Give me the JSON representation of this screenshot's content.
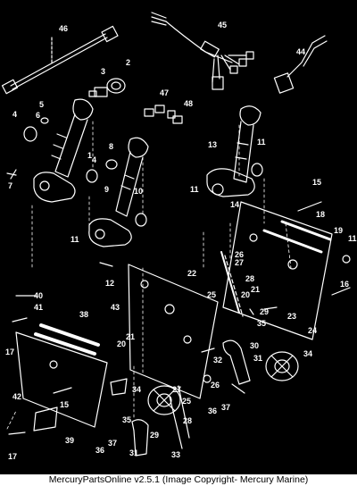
{
  "footer": {
    "caption": "MercuryPartsOnline v2.5.1 (Image Copyright- Mercury Marine)"
  },
  "callouts": {
    "c46": "46",
    "c45": "45",
    "c44": "44",
    "c3": "3",
    "c2": "2",
    "c47": "47",
    "c48": "48",
    "c4a": "4",
    "c5": "5",
    "c6": "6",
    "c1": "1",
    "c7": "7",
    "c8": "8",
    "c4b": "4",
    "c9": "9",
    "c10": "10",
    "c13": "13",
    "c11a": "11",
    "c11b": "11",
    "c11c": "11",
    "c14": "14",
    "c15a": "15",
    "c18": "18",
    "c19": "19",
    "c11d": "11",
    "c26": "26",
    "c27a": "27",
    "c22": "22",
    "c28a": "28",
    "c12": "12",
    "c40": "40",
    "c41": "41",
    "c21a": "21",
    "c20a": "20",
    "c16": "16",
    "c25a": "25",
    "c29a": "29",
    "c23": "23",
    "c24": "24",
    "c35a": "35",
    "c38": "38",
    "c43": "43",
    "c17a": "17",
    "c20b": "20",
    "c21b": "21",
    "c32": "32",
    "c30": "30",
    "c31a": "31",
    "c34a": "34",
    "c34b": "34",
    "c27b": "27",
    "c26b": "26",
    "c25b": "25",
    "c28b": "28",
    "c15b": "15",
    "c35b": "35",
    "c36a": "36",
    "c37a": "37",
    "c36b": "36",
    "c37b": "37",
    "c29b": "29",
    "c31b": "31",
    "c33": "33",
    "c42": "42",
    "c39": "39",
    "c17b": "17"
  }
}
